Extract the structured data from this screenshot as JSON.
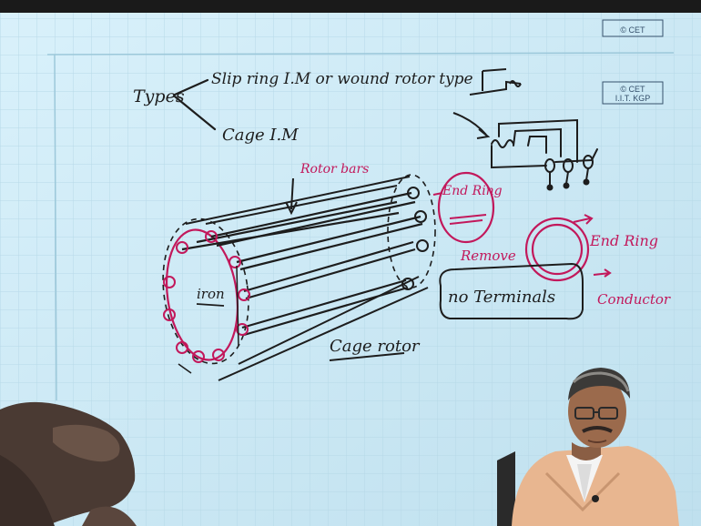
{
  "watermark": {
    "line1": "© CET",
    "line2": "I.I.T. KGP",
    "top_partial": "© CET"
  },
  "notes": {
    "types": "Types",
    "slip_ring": "Slip ring I.M or wound rotor type",
    "cage_im": "Cage I.M",
    "rotor_bars": "Rotor bars",
    "end_ring_label": "End Ring",
    "remove": "Remove",
    "end_ring": "End Ring",
    "iron": "iron",
    "no_terminals": "no Terminals",
    "conductor": "Conductor",
    "cage_rotor": "Cage rotor"
  },
  "colors": {
    "board": "#cde9f4",
    "grid": "#b4d7e6",
    "ink_black": "#1d1d1d",
    "ink_red": "#c2185b",
    "sweater": "#e8b690"
  },
  "icons": [
    "slip-ring-terminal-icon",
    "rotor-winding-diagram",
    "cage-rotor-drawing"
  ]
}
